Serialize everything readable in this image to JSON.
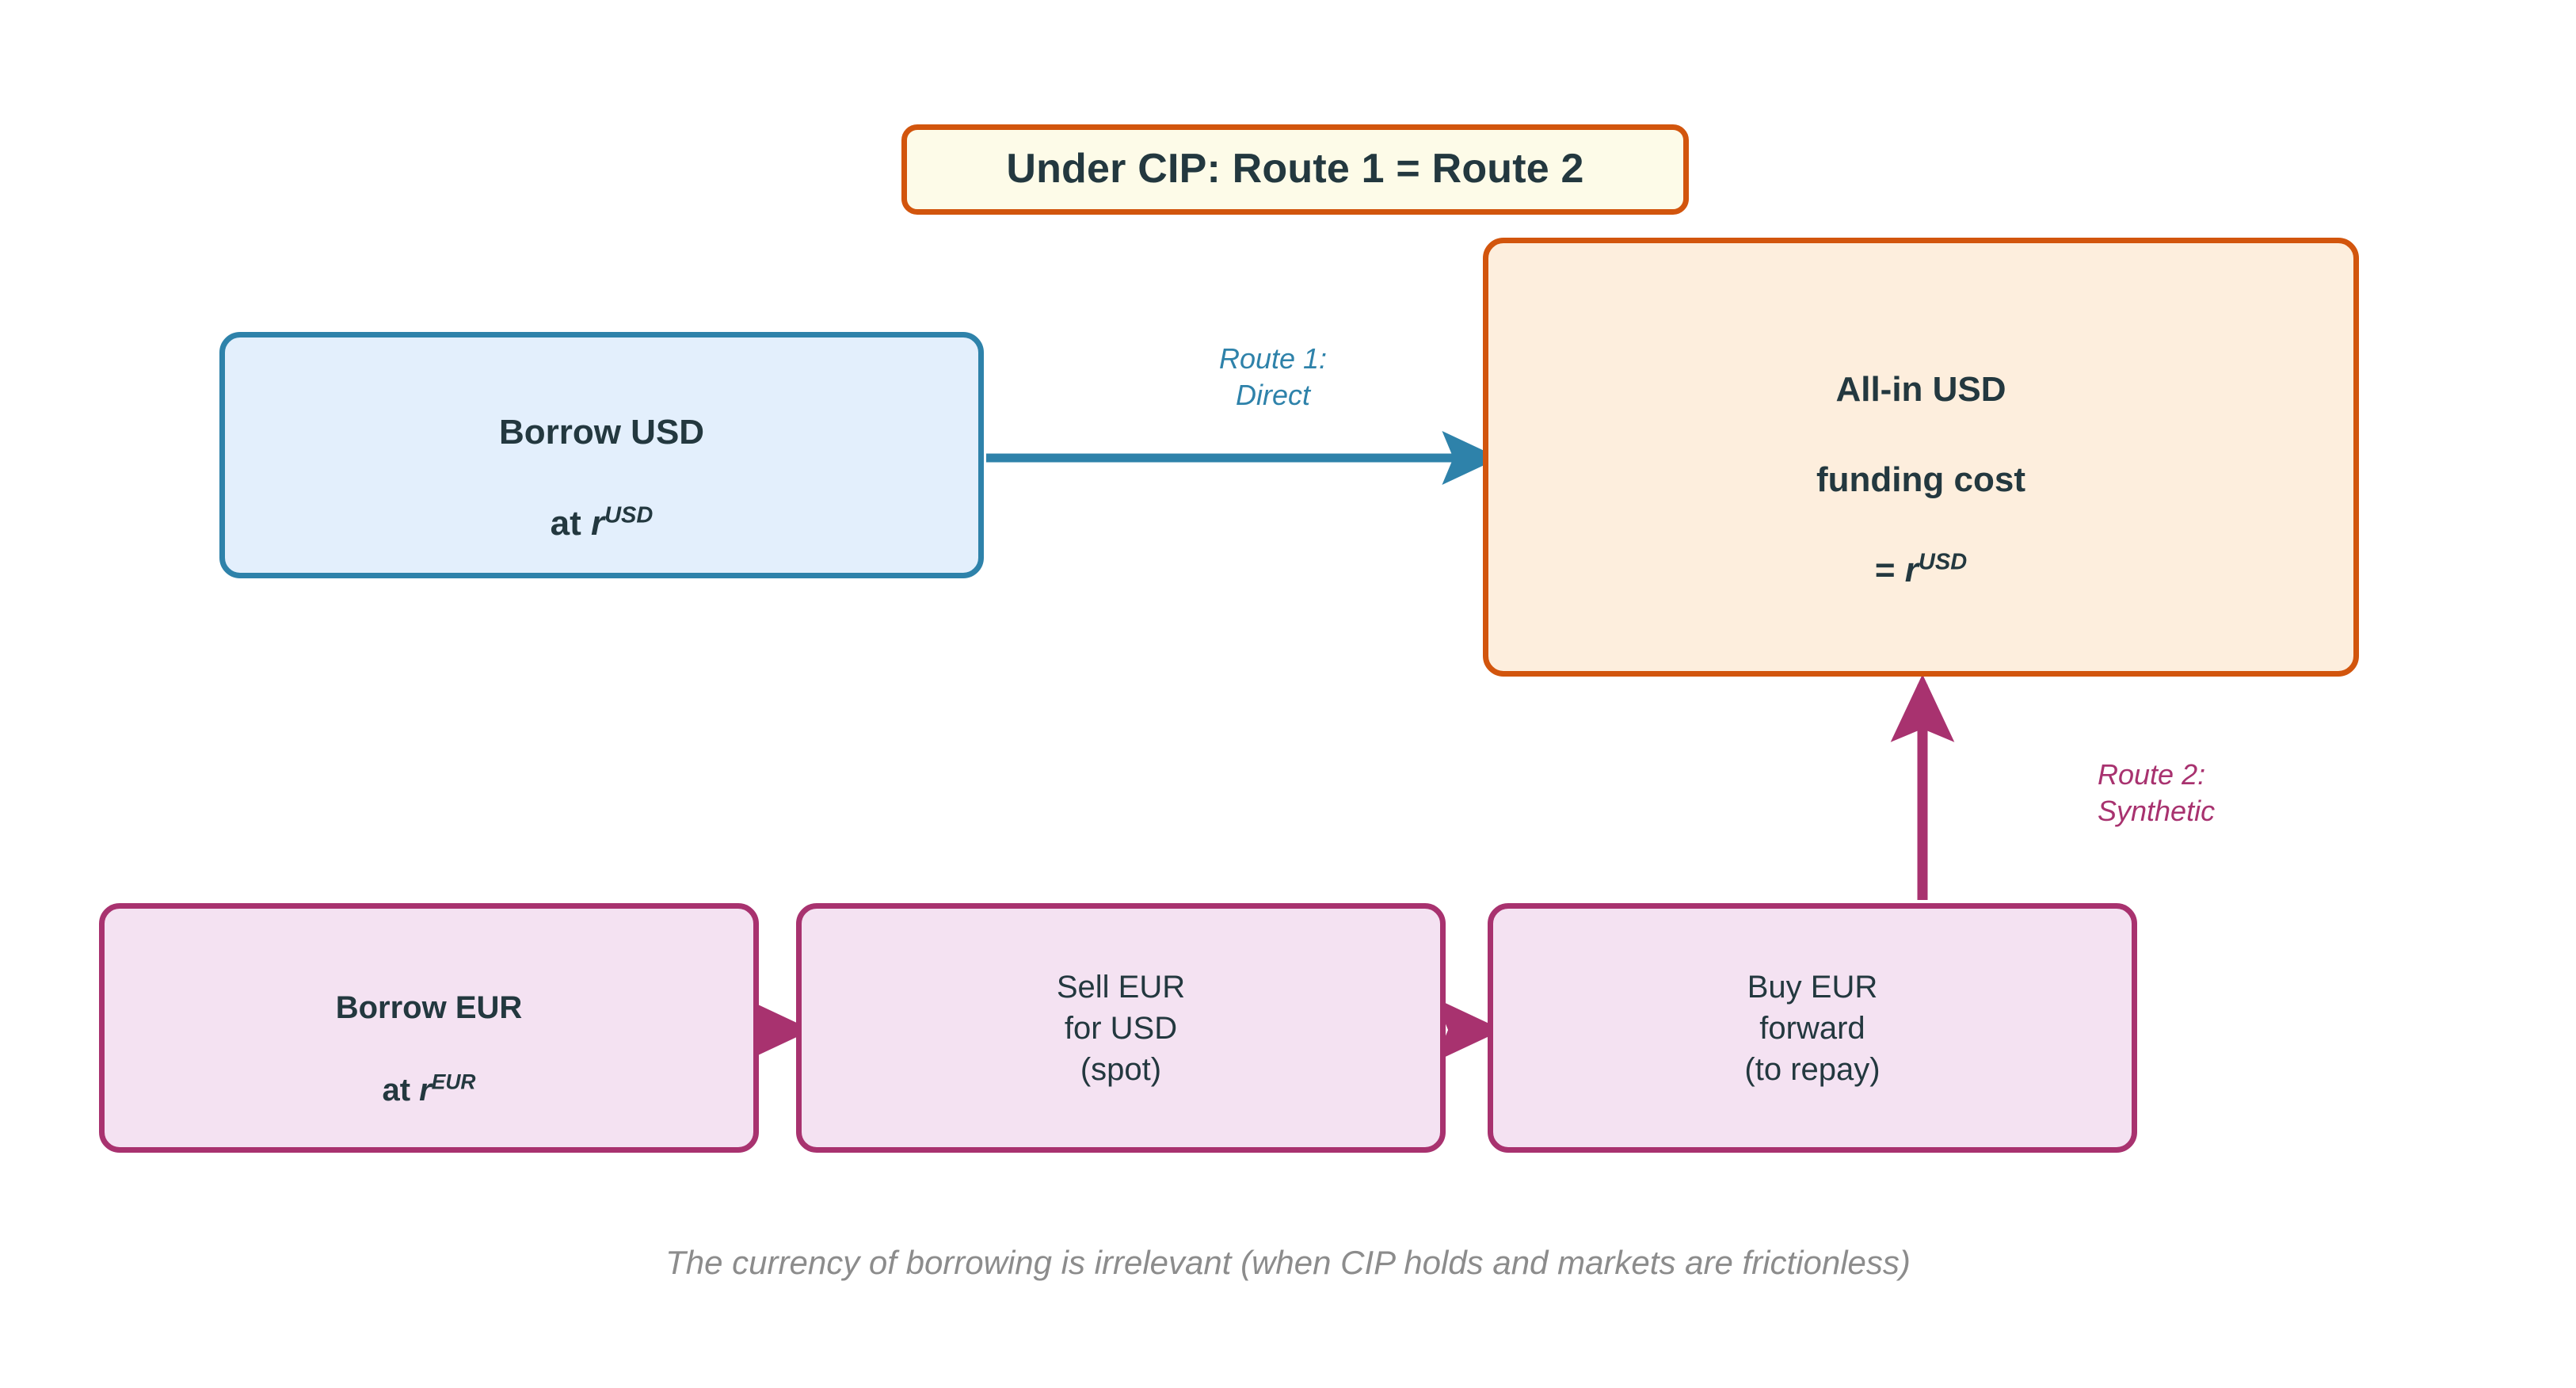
{
  "title": {
    "text": "Under CIP: Route 1 = Route 2",
    "border_color": "#d2550d",
    "fill_color": "#fdfbe8"
  },
  "nodes": {
    "borrow_usd": {
      "line1": "Borrow USD",
      "line2_prefix": "at ",
      "line2_var": "r",
      "line2_sup": "USD",
      "fill_color": "#e3effc",
      "border_color": "#2e82aa"
    },
    "all_in_cost": {
      "line1": "All-in USD",
      "line2": "funding cost",
      "line3_prefix": "= ",
      "line3_var": "r",
      "line3_sup": "USD",
      "fill_color": "#fdeedd",
      "border_color": "#d2550d"
    },
    "borrow_eur": {
      "line1": "Borrow EUR",
      "line2_prefix": "at ",
      "line2_var": "r",
      "line2_sup": "EUR",
      "fill_color": "#f4e2f2",
      "border_color": "#a8326f"
    },
    "sell_eur_spot": {
      "text": "Sell EUR\nfor USD\n(spot)",
      "fill_color": "#f4e2f2",
      "border_color": "#a8326f"
    },
    "buy_eur_forward": {
      "text": "Buy EUR\nforward\n(to repay)",
      "fill_color": "#f4e2f2",
      "border_color": "#a8326f"
    }
  },
  "edges": {
    "route1": {
      "label": "Route 1:\nDirect",
      "color": "#2e82aa"
    },
    "route2": {
      "label": "Route 2:\nSynthetic",
      "color": "#a8326f"
    },
    "eur_chain_color": "#a8326f"
  },
  "footer": {
    "note": "The currency of borrowing is irrelevant (when CIP holds and markets are frictionless)",
    "color": "#8c8c8c"
  }
}
